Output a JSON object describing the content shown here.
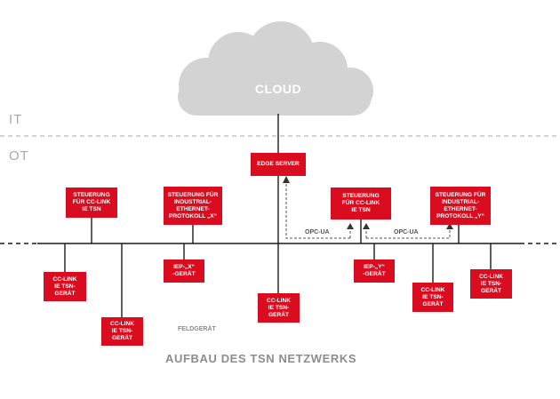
{
  "zones": {
    "it": "IT",
    "ot": "OT"
  },
  "cloud": {
    "label": "CLOUD"
  },
  "edge_server": {
    "label": "EDGE SERVER"
  },
  "controllers": {
    "cc_link": "STEUERUNG\nFÜR CC-LINK\nIE TSN",
    "industrial_x": "STEUERUNG FÜR\nINDUSTRIAL-\nETHERNET-\nPROTOKOLL „X“",
    "cc_link_2": "STEUERUNG\nFÜR CC-LINK\nIE TSN",
    "industrial_y": "STEUERUNG FÜR\nINDUSTRIAL-\nETHERNET-\nPROTOKOLL „Y“"
  },
  "devices": {
    "cc_link_1": "CC-LINK\nIE TSN-\nGERÄT",
    "cc_link_2": "CC-LINK\nIE TSN-\nGERÄT",
    "iep_x": "IEP-„X“\n-GERÄT",
    "cc_link_3": "CC-LINK\nIE TSN-\nGERÄT",
    "iep_y": "IEP-„Y“\n-GERÄT",
    "cc_link_4": "CC-LINK\nIE TSN-\nGERÄT",
    "cc_link_5": "CC-LINK\nIE TSN-\nGERÄT"
  },
  "connections": {
    "opc_ua_1": "OPC-UA",
    "opc_ua_2": "OPC-UA"
  },
  "labels": {
    "field_device": "FELDGERÄT"
  },
  "title": "AUFBAU DES TSN NETZWERKS",
  "colors": {
    "box": "#d90d1f",
    "cloud": "#d3d3d3",
    "line": "#1a1a1a",
    "zone_text": "#a9a9a9",
    "title_text": "#8c8c8c"
  }
}
